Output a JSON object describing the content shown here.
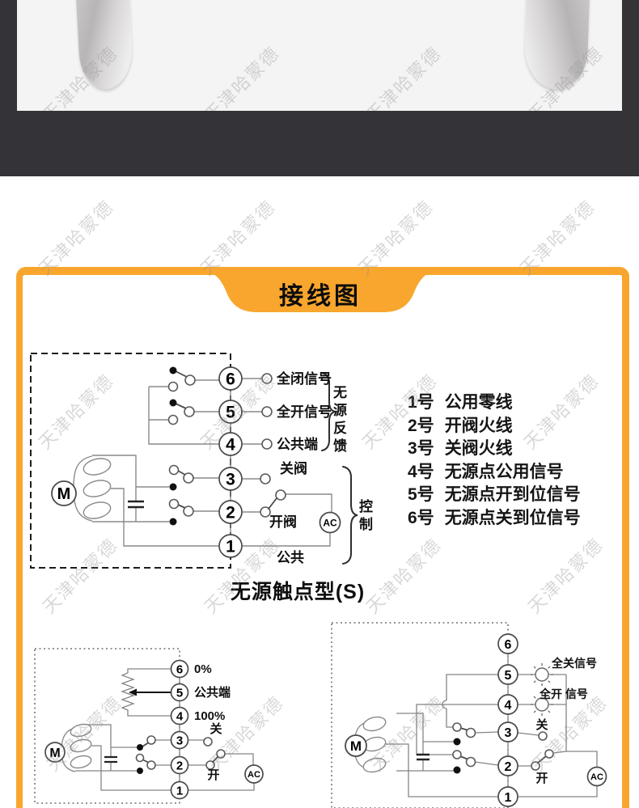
{
  "watermark": "天津哈蒙德",
  "banner": {
    "title": "接线图"
  },
  "colors": {
    "accent_orange": "#f8a62d",
    "dark_band": "#343438",
    "photo_bg": "#f4f4f5"
  },
  "legend": {
    "items": [
      {
        "num": "1号",
        "label": "公用零线"
      },
      {
        "num": "2号",
        "label": "开阀火线"
      },
      {
        "num": "3号",
        "label": "关阀火线"
      },
      {
        "num": "4号",
        "label": "无源点公用信号"
      },
      {
        "num": "5号",
        "label": "无源点开到位信号"
      },
      {
        "num": "6号",
        "label": "无源点关到位信号"
      }
    ]
  },
  "diagram_passive_contact": {
    "caption": "无源触点型(S)",
    "motor": "M",
    "ac": "AC",
    "terminals": [
      "6",
      "5",
      "4",
      "3",
      "2",
      "1"
    ],
    "labels": {
      "t6": "全闭信号",
      "t5": "全开信号",
      "t4": "公共端",
      "t3": "关阀",
      "t2": "开阀",
      "t1": "公共"
    },
    "groups": {
      "feedback": "无源反馈",
      "control": "控制"
    }
  },
  "diagram_potentiometer": {
    "motor": "M",
    "ac": "AC",
    "terminals": [
      "6",
      "5",
      "4",
      "3",
      "2",
      "1"
    ],
    "labels": {
      "t6": "0%",
      "t5": "公共端",
      "t4": "100%",
      "t3": "关",
      "t2": "开"
    }
  },
  "diagram_lamp": {
    "motor": "M",
    "ac": "AC",
    "terminals": [
      "6",
      "5",
      "4",
      "3",
      "2",
      "1"
    ],
    "labels": {
      "t5": "全关信号",
      "t4": "全开 信号",
      "t3": "关",
      "t2": "开"
    }
  }
}
